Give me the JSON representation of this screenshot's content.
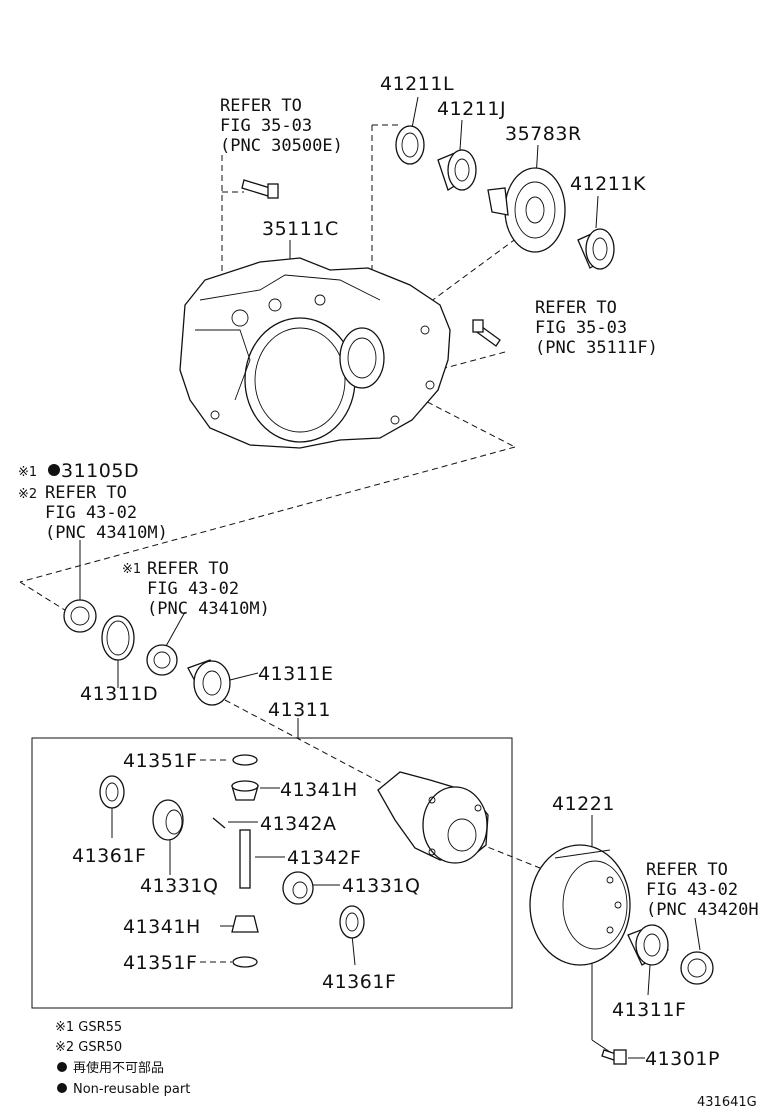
{
  "labels": {
    "p41211L": "41211L",
    "p41211J": "41211J",
    "p35783R": "35783R",
    "p41211K": "41211K",
    "p35111C": "35111C",
    "p31105D": "31105D",
    "p41311D": "41311D",
    "p41311E": "41311E",
    "p41311": "41311",
    "p41351F_a": "41351F",
    "p41341H_a": "41341H",
    "p41342A": "41342A",
    "p41361F_a": "41361F",
    "p41342F": "41342F",
    "p41331Q_a": "41331Q",
    "p41331Q_b": "41331Q",
    "p41341H_b": "41341H",
    "p41351F_b": "41351F",
    "p41361F_b": "41361F",
    "p41221": "41221",
    "p41311F": "41311F",
    "p41301P": "41301P"
  },
  "refs": {
    "r1": [
      "REFER TO",
      "FIG 35-03",
      "(PNC 30500E)"
    ],
    "r2": [
      "REFER TO",
      "FIG 35-03",
      "(PNC 35111F)"
    ],
    "r3": [
      "REFER TO",
      "FIG 43-02",
      "(PNC 43410M)"
    ],
    "r4": [
      "REFER TO",
      "FIG 43-02",
      "(PNC 43410M)"
    ],
    "r5": [
      "REFER TO",
      "FIG 43-02",
      "(PNC 43420H)"
    ]
  },
  "marks": {
    "m1": "※1",
    "m2": "※2",
    "m3": "※1"
  },
  "legend": {
    "note1": "※1 GSR55",
    "note2": "※2 GSR50",
    "nonreuse_jp": "再使用不可部品",
    "nonreuse_en": "Non-reusable part"
  },
  "figure_code": "431641G"
}
